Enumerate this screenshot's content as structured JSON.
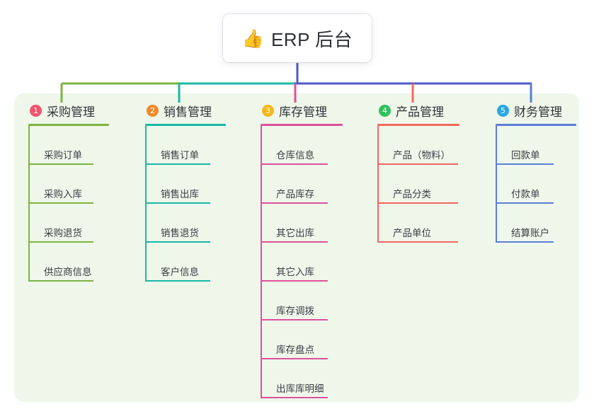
{
  "diagram": {
    "type": "mind-map",
    "root": {
      "icon": "thumbs-up-icon",
      "emoji": "👍",
      "title": "ERP 后台"
    },
    "panel_color": "#eef7ea",
    "trunk_color": "#4f58c4",
    "branches": [
      {
        "number": "1",
        "title": "采购管理",
        "badge_color": "#f2536d",
        "line_color": "#7cb342",
        "rule_width": 114,
        "leaf_rule_width": 92,
        "items": [
          "采购订单",
          "采购入库",
          "采购退货",
          "供应商信息"
        ]
      },
      {
        "number": "2",
        "title": "销售管理",
        "badge_color": "#f08a2a",
        "line_color": "#19b8a6",
        "rule_width": 114,
        "leaf_rule_width": 92,
        "items": [
          "销售订单",
          "销售出库",
          "销售退货",
          "客户信息"
        ]
      },
      {
        "number": "3",
        "title": "库存管理",
        "badge_color": "#f5b81c",
        "line_color": "#e0519b",
        "rule_width": 116,
        "leaf_rule_width": 95,
        "items": [
          "仓库信息",
          "产品库存",
          "其它出库",
          "其它入库",
          "库存调拨",
          "库存盘点",
          "出库库明细"
        ]
      },
      {
        "number": "4",
        "title": "产品管理",
        "badge_color": "#2fbf5c",
        "line_color": "#f4685f",
        "rule_width": 116,
        "leaf_rule_width": 114,
        "items": [
          "产品（物料）",
          "产品分类",
          "产品单位"
        ]
      },
      {
        "number": "5",
        "title": "财务管理",
        "badge_color": "#29a8e0",
        "line_color": "#5b7fd4",
        "rule_width": 114,
        "leaf_rule_width": 82,
        "items": [
          "回款单",
          "付款单",
          "结算账户"
        ]
      }
    ]
  }
}
